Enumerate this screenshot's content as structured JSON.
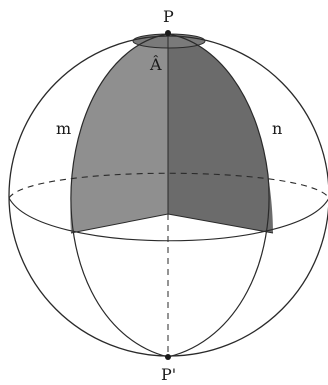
{
  "labels": {
    "north_pole": "P",
    "south_pole": "P'",
    "angle": "Â",
    "meridian_left": "m",
    "meridian_right": "n"
  },
  "colors": {
    "outline": "#2a2a2a",
    "background": "#ffffff",
    "lune_left": "#8f8f8f",
    "lune_right": "#6b6b6b",
    "cap": "#7a7a7a"
  }
}
